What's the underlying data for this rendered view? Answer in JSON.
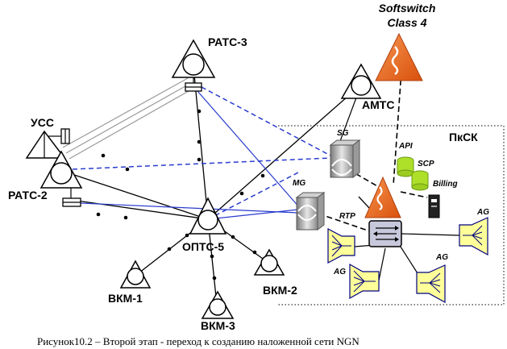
{
  "labels": {
    "softswitch_line1": "Softswitch",
    "softswitch_line2": "Class 4",
    "rats3": "РАТС-3",
    "amts": "АМТС",
    "uss": "УСС",
    "rats2": "РАТС-2",
    "opts5": "ОПТС-5",
    "vkm1": "ВКМ-1",
    "vkm2": "ВКМ-2",
    "vkm3": "ВКМ-3",
    "pksk": "ПкСК",
    "sg": "SG",
    "mg": "MG",
    "api": "API",
    "scp": "SCP",
    "billing": "Billing",
    "rtp": "RTP",
    "ag_right": "AG",
    "ag_left": "AG",
    "ag_bottom": "AG"
  },
  "caption": "Рисунок10.2 – Второй этап -  переход к созданию наложенной сети NGN",
  "colors": {
    "softswitch": "#e8621a",
    "ag_fill": "#ffff99",
    "ag_stroke": "#000080",
    "blue_line": "#2a3ccf",
    "database": "#aee02a",
    "router_fill": "#c8c8dc"
  }
}
